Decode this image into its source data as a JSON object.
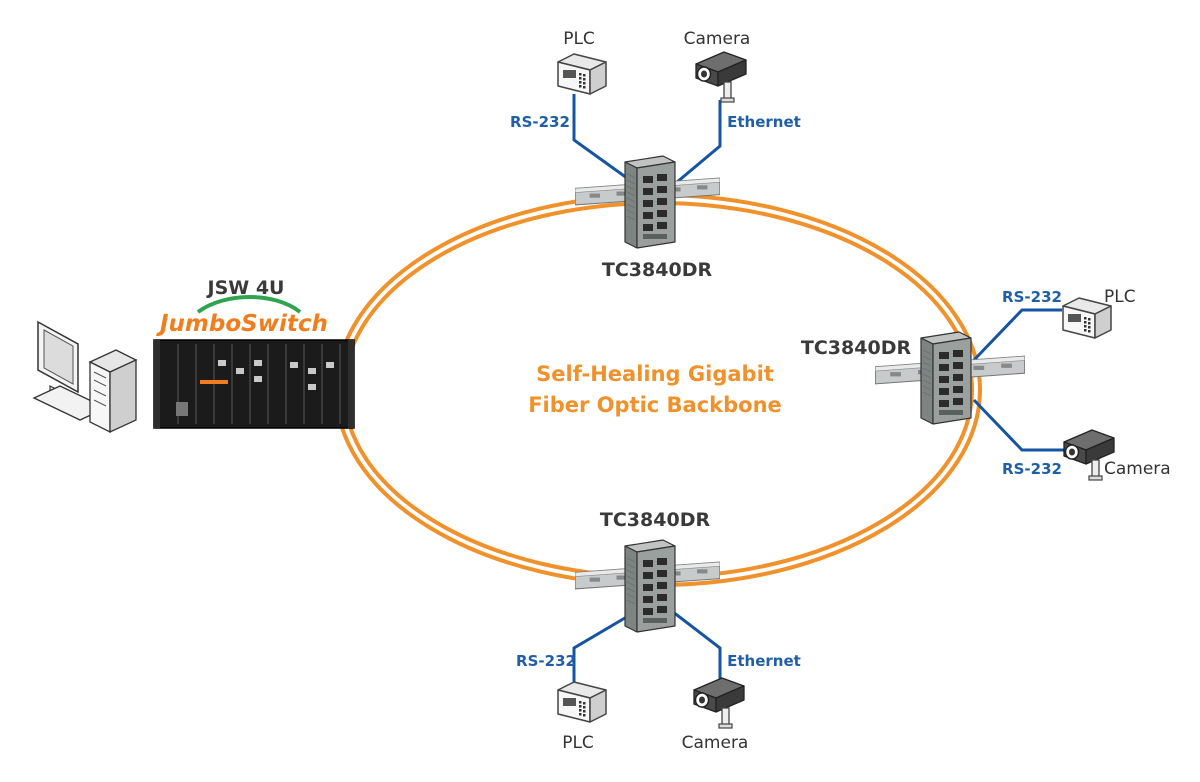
{
  "colors": {
    "fiber": "#f0912b",
    "copper": "#1554a3",
    "link_text": "#1f5fa8",
    "backbone_text": "#f0912b",
    "logo_orange": "#f07d1e",
    "logo_green": "#2ea44f",
    "logo_blue": "#1f6fc0"
  },
  "backbone": {
    "line1": "Self-Healing Gigabit",
    "line2": "Fiber Optic Backbone"
  },
  "jumboswitch": {
    "model": "JSW 4U",
    "logo": "JumboSwitch",
    "icons": [
      "computer-icon",
      "chassis-icon"
    ]
  },
  "nodes": {
    "top": {
      "switch": "TC3840DR",
      "dev1": {
        "name": "PLC",
        "link": "RS-232",
        "icon": "plc-icon"
      },
      "dev2": {
        "name": "Camera",
        "link": "Ethernet",
        "icon": "camera-icon"
      }
    },
    "right": {
      "switch": "TC3840DR",
      "dev1": {
        "name": "PLC",
        "link": "RS-232",
        "icon": "plc-icon"
      },
      "dev2": {
        "name": "Camera",
        "link": "RS-232",
        "icon": "camera-icon"
      }
    },
    "bottom": {
      "switch": "TC3840DR",
      "dev1": {
        "name": "PLC",
        "link": "RS-232",
        "icon": "plc-icon"
      },
      "dev2": {
        "name": "Camera",
        "link": "Ethernet",
        "icon": "camera-icon"
      }
    }
  }
}
